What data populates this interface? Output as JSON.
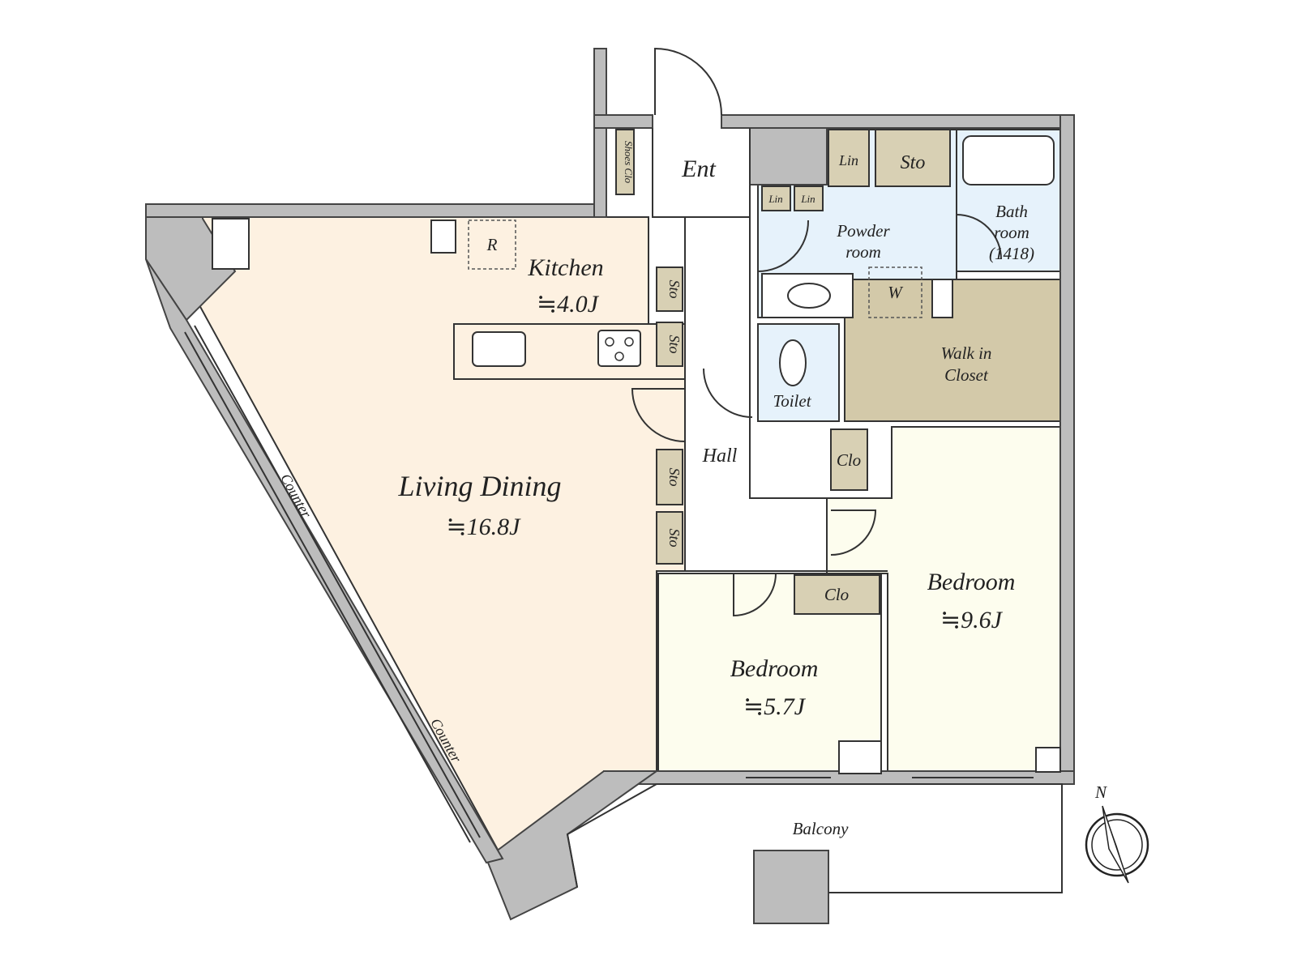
{
  "colors": {
    "living": "#fdf1e1",
    "bedroom": "#fdfdee",
    "wet": "#e6f2fb",
    "storage": "#d8d0b4",
    "closet": "#d3c9a9",
    "wall": "#bdbdbd",
    "outline": "#333333"
  },
  "rooms": {
    "kitchen": {
      "label": "Kitchen",
      "area": "≒4.0J"
    },
    "living": {
      "label": "Living Dining",
      "area": "≒16.8J"
    },
    "bedroom_small": {
      "label": "Bedroom",
      "area": "≒5.7J"
    },
    "bedroom_large": {
      "label": "Bedroom",
      "area": "≒9.6J"
    },
    "entrance": {
      "label": "Ent"
    },
    "hall": {
      "label": "Hall"
    },
    "powder": {
      "label1": "Powder",
      "label2": "room"
    },
    "bath": {
      "label1": "Bath",
      "label2": "room",
      "label3": "(1418)"
    },
    "toilet": {
      "label": "Toilet"
    },
    "walkin": {
      "label1": "Walk in",
      "label2": "Closet"
    },
    "balcony": {
      "label": "Balcony"
    }
  },
  "storage": {
    "shoes": "Shoes Clo",
    "sto": "Sto",
    "lin": "Lin",
    "clo": "Clo",
    "washer": "W",
    "fridge": "R"
  },
  "fixtures": {
    "counter": "Counter"
  },
  "compass": {
    "north": "N"
  }
}
